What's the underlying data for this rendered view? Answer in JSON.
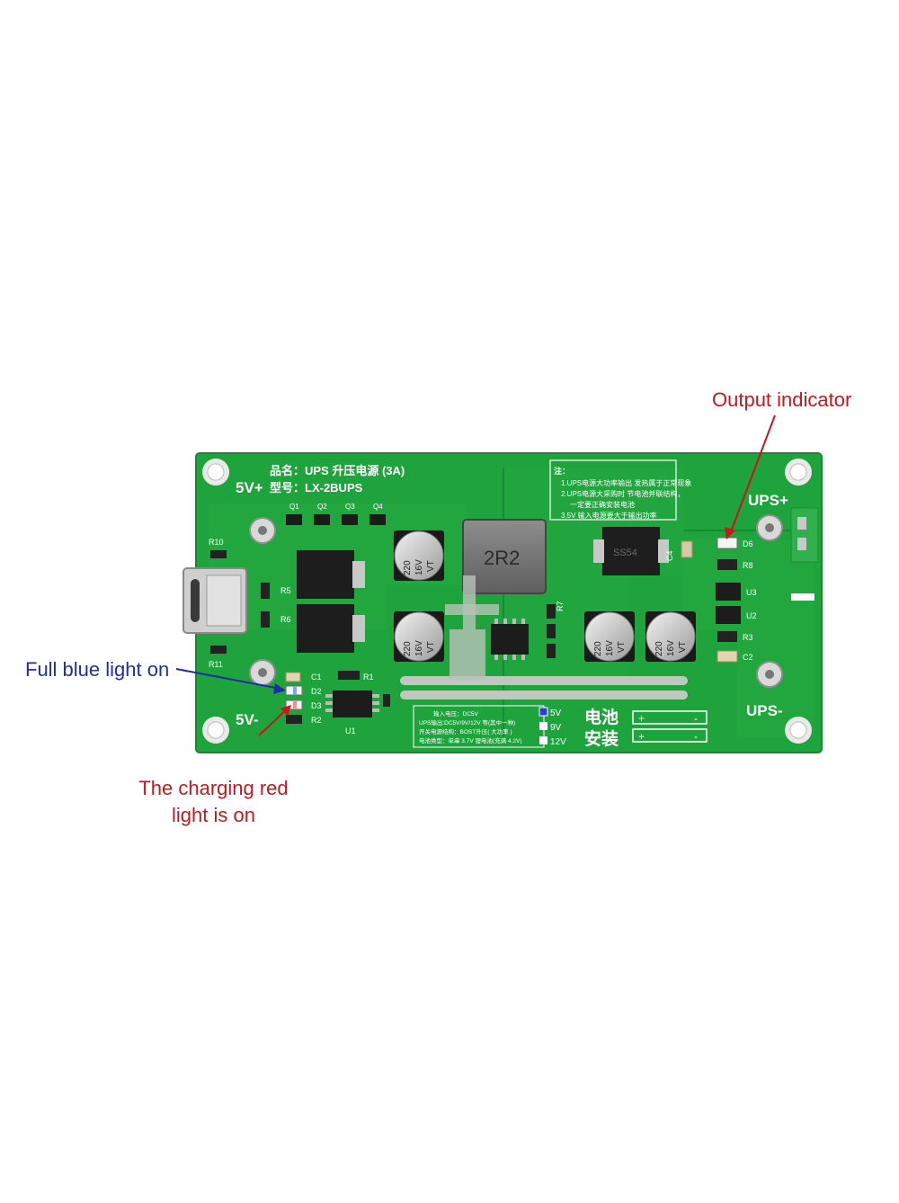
{
  "callouts": {
    "output_indicator": "Output indicator",
    "blue_light": "Full blue light on",
    "red_light": "The charging red light is on"
  },
  "board": {
    "product_name": "品名：UPS 升压电源 (3A)",
    "model": "型号：LX-2BUPS",
    "label_5v_plus": "5V+",
    "label_5v_minus": "5V-",
    "label_ups_plus": "UPS+",
    "label_ups_minus": "UPS-",
    "inductor_marking": "2R2",
    "diode_marking": "SS54",
    "battery_text_1": "电池",
    "battery_text_2": "安装",
    "note_title": "注：",
    "notes": [
      "1.UPS电源大功率输出 发热属于正常现象",
      "2.UPS电源大采购时 节电池并联结构，",
      "一定要正确安装电池",
      "3.5V 输入电源要大于输出功率"
    ],
    "spec_lines": [
      "输入电压：DC5V",
      "UPS输出:DC5V/9V/12V 等(其中一种)",
      "开关电源结构：BOST升压( 大功率 )",
      "电池类型：单串 3.7V 锂电池(充满 4.2V)"
    ],
    "voltage_options": [
      "5V",
      "9V",
      "12V"
    ],
    "cap_value": "220",
    "cap_voltage": "16V",
    "cap_series": "VT",
    "refs": {
      "q1": "Q1",
      "q2": "Q2",
      "q3": "Q3",
      "q4": "Q4",
      "r10": "R10",
      "r11": "R11",
      "r5": "R5",
      "r6": "R6",
      "c1": "C1",
      "r1": "R1",
      "d2": "D2",
      "d3": "D3",
      "r2": "R2",
      "u1": "U1",
      "d6": "D6",
      "r8": "R8",
      "u3": "U3",
      "u2": "U2",
      "r3": "R3",
      "c2": "C2",
      "c4": "C4",
      "r7": "R7"
    }
  },
  "colors": {
    "pcb_green": "#1fa33c",
    "callout_red": "#c8161d",
    "callout_blue": "#1f2ea8",
    "silkscreen": "#ffffff"
  }
}
